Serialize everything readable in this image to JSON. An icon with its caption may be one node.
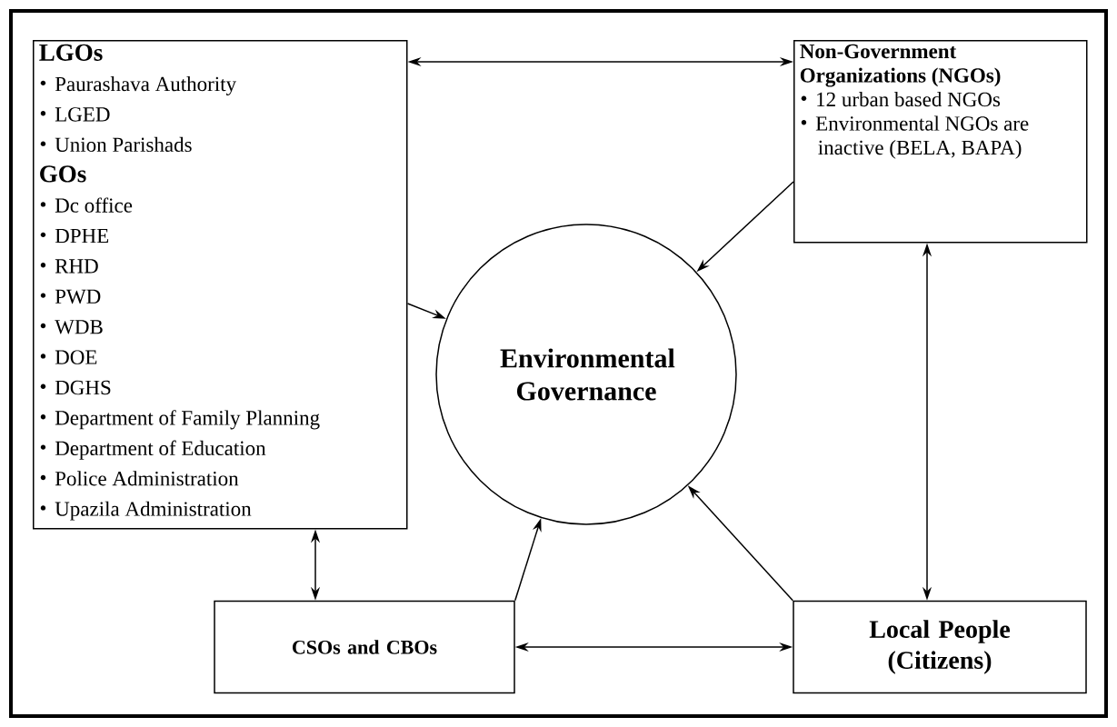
{
  "diagram": {
    "nodes": [
      {
        "text": [
          "LGOs",
          "Paurashava Authority",
          "LGED",
          "Union Parishads",
          "GOs",
          "Dc office",
          "DPHE",
          "RHD",
          "PWD",
          "WDB",
          "DOE",
          "DGHS",
          "Department of Family Planning",
          "Department of Education",
          "Police Administration",
          "Upazila Administration"
        ]
      },
      {
        "text": [
          "Non-Government Organizations (NGOs)",
          "12 urban based NGOs",
          "Environmental NGOs are inactive (BELA, BAPA)"
        ]
      },
      {
        "text": [
          "Environmental Governance"
        ]
      },
      {
        "text": [
          "CSOs and CBOs"
        ]
      },
      {
        "text": [
          "Local People (Citizens)"
        ]
      }
    ],
    "edges": [
      {
        "from": 0,
        "to": 1,
        "arrow": "both"
      },
      {
        "from": 1,
        "to": 2,
        "arrow": "to"
      },
      {
        "from": 0,
        "to": 2,
        "arrow": "to"
      },
      {
        "from": 3,
        "to": 2,
        "arrow": "to"
      },
      {
        "from": 4,
        "to": 2,
        "arrow": "to"
      },
      {
        "from": 3,
        "to": 4,
        "arrow": "both"
      },
      {
        "from": 0,
        "to": 3,
        "arrow": "both"
      },
      {
        "from": 1,
        "to": 4,
        "arrow": "both"
      }
    ]
  }
}
